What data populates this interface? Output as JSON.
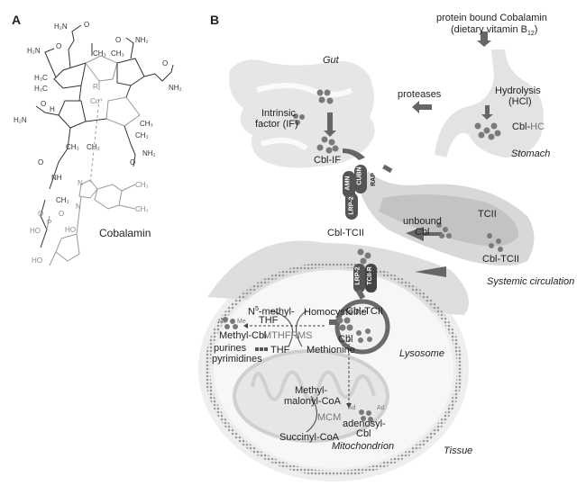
{
  "panel_a": {
    "label": "A",
    "molecule_name": "Cobalamin",
    "atoms": {
      "h2n": "H₂N",
      "nh2": "NH₂",
      "o": "O",
      "h3c": "H₃C",
      "ch3": "CH₃",
      "r": "R",
      "co": "Co⁺",
      "n": "N",
      "h": "H",
      "nh": "NH",
      "ho": "HO",
      "p": "P"
    }
  },
  "panel_b": {
    "label": "B",
    "source": {
      "line1": "protein bound Cobalamin",
      "line2": "(dietary vitamin B",
      "subscript": "12",
      "line2_end": ")"
    },
    "stomach": {
      "process_line1": "Hydrolysis",
      "process_line2": "(HCl)",
      "complex": "Cbl-",
      "complex_suffix": "HC",
      "organ": "Stomach"
    },
    "proteases": "proteases",
    "gut": {
      "organ": "Gut",
      "if_line1": "Intrinsic",
      "if_line2": "factor (IF)",
      "complex": "Cbl-IF"
    },
    "receptors": {
      "amn": "AMN",
      "cubn": "CUBN",
      "lrp2": "LRP-2",
      "rap": "RAP"
    },
    "circulation": {
      "unbound_line1": "unbound",
      "unbound_line2": "Cbl",
      "tcii": "TCII",
      "complex": "Cbl-TCII",
      "label": "Systemic circulation"
    },
    "tissue": {
      "incoming": "Cbl-TCII",
      "receptors": {
        "lrp2": "LRP-2",
        "tcii_r": "TCII-R"
      },
      "lysosome_complex": "Cbl-TCII",
      "lysosome": "Lysosome",
      "cbl": "Cbl",
      "n5_line1": "N",
      "n5_sup": "5",
      "n5_line1_end": "-methyl-",
      "n5_line2": "THF",
      "homocysteine": "Homocysteine",
      "methyl_cbl": "Methyl-Cbl",
      "mthfr": "MTHFR",
      "ms": "MS",
      "thf": "THF",
      "methionine": "Methionine",
      "purines": "purines",
      "pyrimidines": "pyrimidines",
      "me": "Me",
      "ad": "Ad",
      "methylmalonyl_line1": "Methyl-",
      "methylmalonyl_line2": "malonyl-CoA",
      "mcm": "MCM",
      "adenosyl_line1": "adenosyl-",
      "adenosyl_line2": "Cbl",
      "succinyl": "Succinyl-CoA",
      "mitochondrion": "Mitochondrion",
      "label": "Tissue"
    }
  }
}
